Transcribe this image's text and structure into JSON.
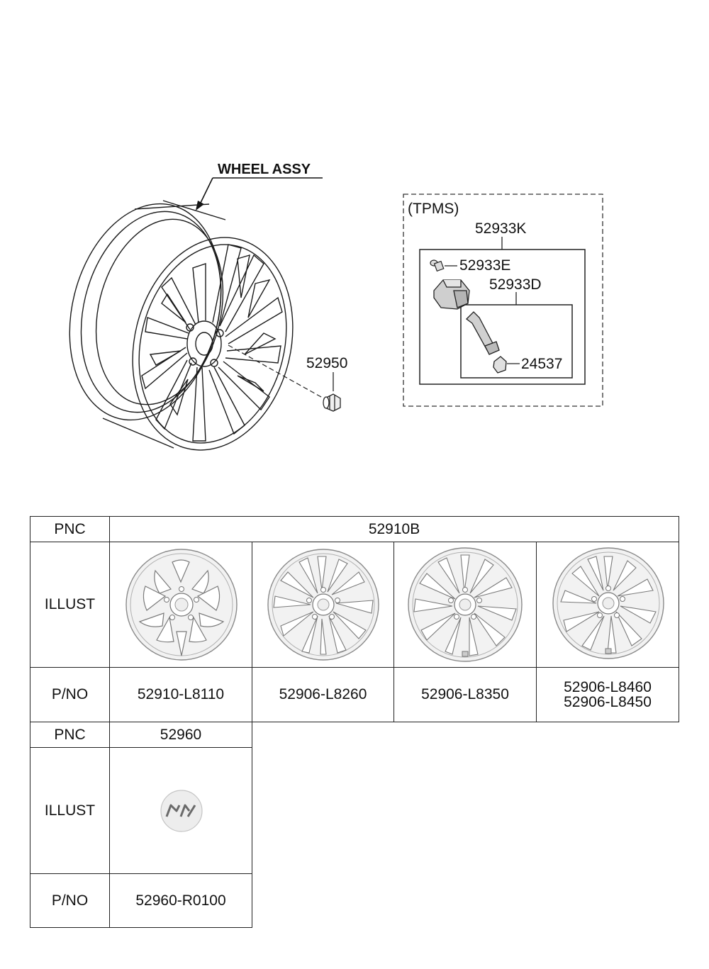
{
  "diagram": {
    "wheel_assy_label": "WHEEL ASSY",
    "nut_label": "52950",
    "tpms": {
      "title": "(TPMS)",
      "kit_label": "52933K",
      "screw_label": "52933E",
      "valve_label": "52933D",
      "cap_label": "24537"
    }
  },
  "wheel_table": {
    "pnc_header": "PNC",
    "pnc_value": "52910B",
    "illust_header": "ILLUST",
    "pno_header": "P/NO",
    "wheels": [
      {
        "pnos": [
          "52910-L8110"
        ],
        "illust_icon": "five-double-spoke-wheel-icon"
      },
      {
        "pnos": [
          "52906-L8260"
        ],
        "illust_icon": "multi-spoke-wheel-icon"
      },
      {
        "pnos": [
          "52906-L8350"
        ],
        "illust_icon": "multi-spoke-wheel-icon"
      },
      {
        "pnos": [
          "52906-L8460",
          "52906-L8450"
        ],
        "illust_icon": "multi-spoke-wheel-icon"
      }
    ]
  },
  "cap_table": {
    "pnc_header": "PNC",
    "pnc_value": "52960",
    "illust_header": "ILLUST",
    "pno_header": "P/NO",
    "pno": "52960-R0100",
    "illust_icon": "kia-logo-hubcap-icon",
    "logo_text": "KIA"
  }
}
